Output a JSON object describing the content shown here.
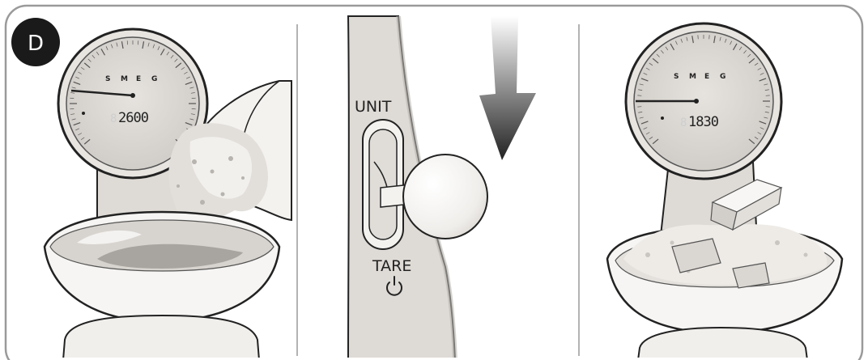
{
  "step": {
    "letter": "D"
  },
  "panels": [
    {
      "scale": {
        "brand_letters": [
          "S",
          "M",
          "E",
          "G"
        ],
        "display_digits": "2600",
        "display_ghost": "8"
      }
    },
    {
      "buttons": {
        "unit_label": "UNIT",
        "tare_label": "TARE",
        "power_icon": "power-icon"
      },
      "arrow_icon": "down-arrow-icon"
    },
    {
      "scale": {
        "brand_letters": [
          "S",
          "M",
          "E",
          "G"
        ],
        "display_digits": "1830",
        "display_ghost": "8"
      }
    }
  ],
  "colors": {
    "frame": "#9a9a9a",
    "scale_body": "#dedad5",
    "dial_face": "#d9d6d2",
    "ink": "#222222",
    "badge": "#1a1a1a"
  }
}
